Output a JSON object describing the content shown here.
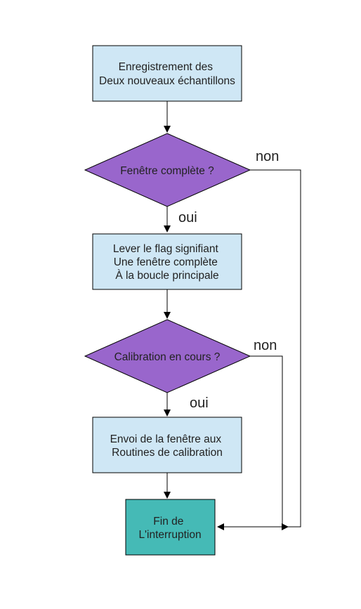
{
  "diagram": {
    "box_record": {
      "lines": [
        "Enregistrement des",
        "Deux nouveaux échantillons"
      ]
    },
    "decision_window": {
      "label": "Fenêtre complète ?",
      "yes_label": "oui",
      "no_label": "non"
    },
    "box_flag": {
      "lines": [
        "Lever le flag signifiant",
        "Une fenêtre complète",
        "À la boucle principale"
      ]
    },
    "decision_calibration": {
      "label": "Calibration en cours ?",
      "yes_label": "oui",
      "no_label": "non"
    },
    "box_send": {
      "lines": [
        "Envoi de la fenêtre aux",
        "Routines de calibration"
      ]
    },
    "box_end": {
      "lines": [
        "Fin de",
        "L'interruption"
      ]
    },
    "colors": {
      "process_fill": "#cfe7f5",
      "decision_fill": "#9966cc",
      "terminal_fill": "#45bab6",
      "stroke": "#000000"
    }
  }
}
